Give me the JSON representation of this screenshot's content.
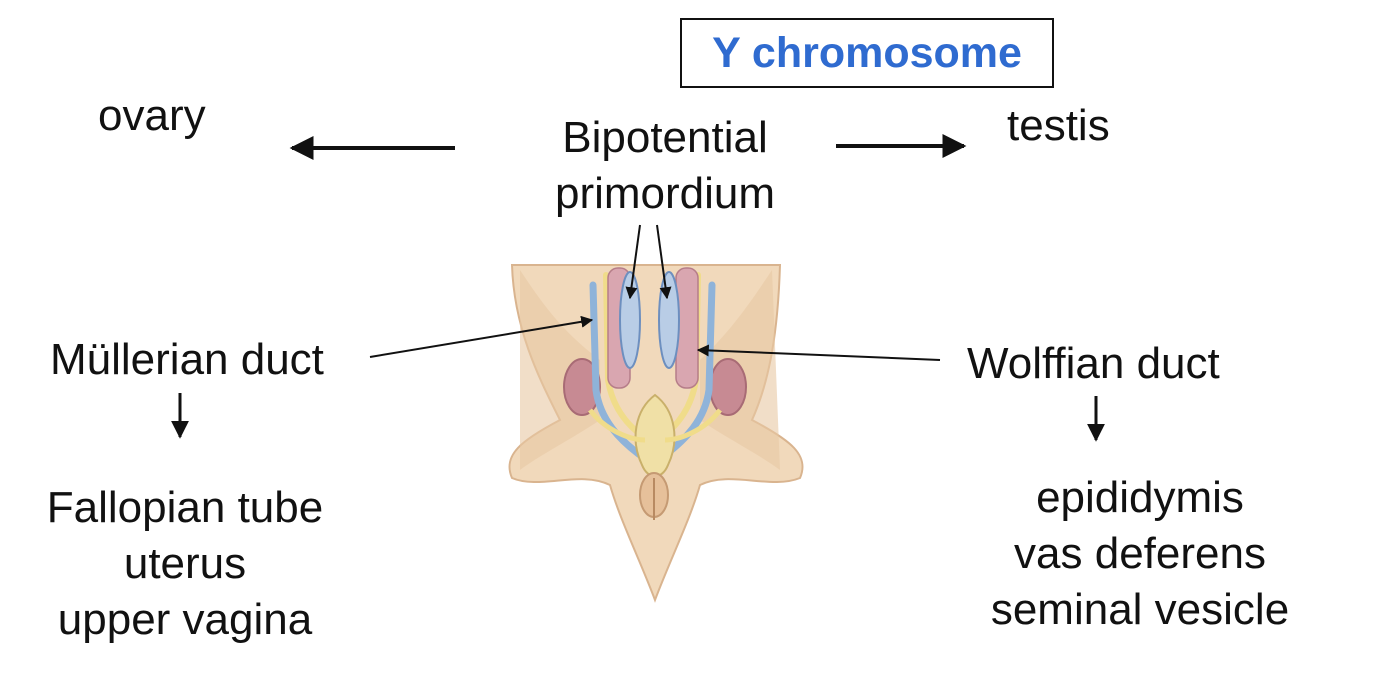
{
  "header": {
    "y_chromosome": "Y chromosome"
  },
  "nodes": {
    "ovary": "ovary",
    "bipotential_line1": "Bipotential",
    "bipotential_line2": "primordium",
    "testis": "testis",
    "mullerian_duct": "Müllerian duct",
    "wolffian_duct": "Wolffian duct"
  },
  "female_derivatives": [
    "Fallopian tube",
    "uterus",
    "upper vagina"
  ],
  "male_derivatives": [
    "epididymis",
    "vas deferens",
    "seminal vesicle"
  ],
  "colors": {
    "y_chromosome_text": "#2f6bd0",
    "text": "#111111",
    "skin": "#f1d9bb",
    "kidney": "#c78a93",
    "mullerian": "#8fb3d9",
    "wolffian": "#f0dc8a"
  }
}
